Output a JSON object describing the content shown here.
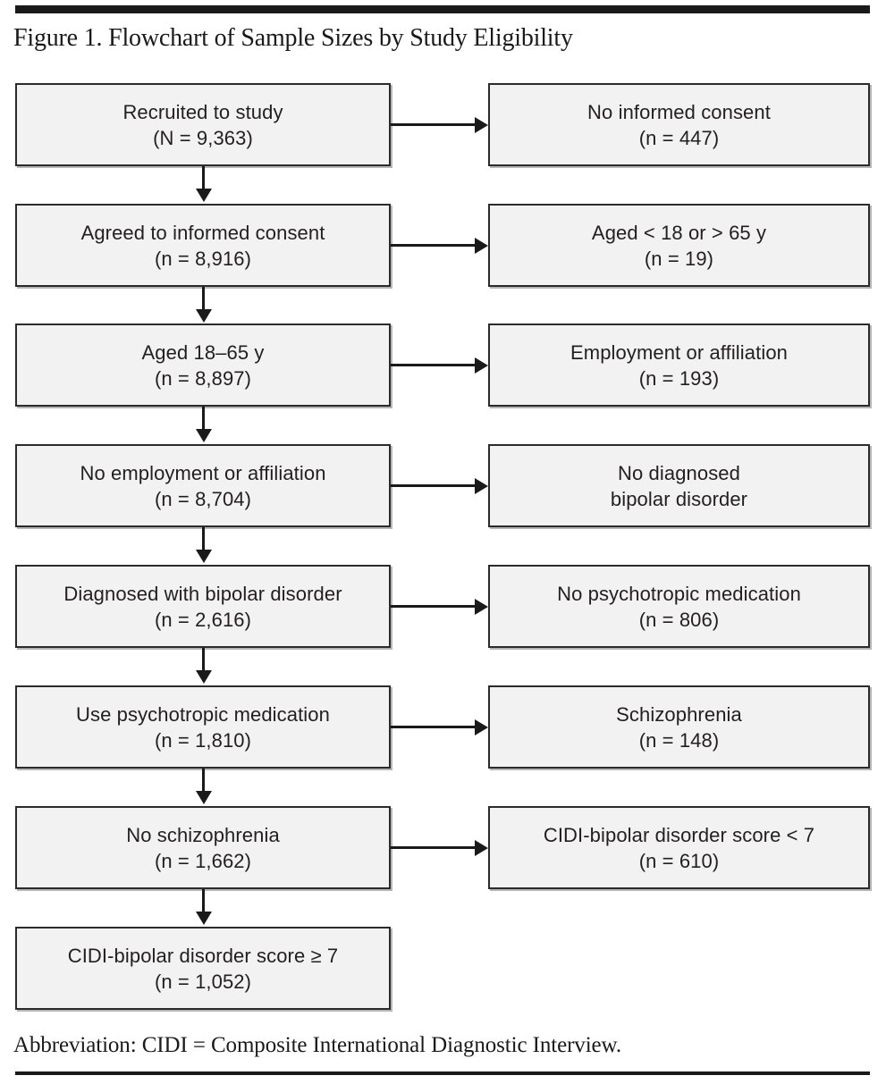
{
  "figure": {
    "title": "Figure 1. Flowchart of Sample Sizes by Study Eligibility",
    "note": "Abbreviation: CIDI = Composite International Diagnostic Interview."
  },
  "chart_data": {
    "type": "diagram",
    "title": "Figure 1. Flowchart of Sample Sizes by Study Eligibility",
    "orientation": "top-to-bottom with lateral exclusions",
    "colors": {
      "box_fill": "#f2f2f2",
      "box_border": "#2b2b2b",
      "text": "#231f20",
      "rule": "#1a1a1a"
    },
    "stages": [
      {
        "included": {
          "label": "Recruited to study",
          "count_text": "(N = 9,363)",
          "count": 9363,
          "count_symbol": "N"
        },
        "excluded": {
          "label": "No informed consent",
          "count_text": "(n = 447)",
          "count": 447,
          "count_symbol": "n"
        }
      },
      {
        "included": {
          "label": "Agreed to informed consent",
          "count_text": "(n = 8,916)",
          "count": 8916,
          "count_symbol": "n"
        },
        "excluded": {
          "label": "Aged < 18 or > 65 y",
          "count_text": "(n = 19)",
          "count": 19,
          "count_symbol": "n"
        }
      },
      {
        "included": {
          "label": "Aged 18–65 y",
          "count_text": "(n = 8,897)",
          "count": 8897,
          "count_symbol": "n"
        },
        "excluded": {
          "label": "Employment or affiliation",
          "count_text": "(n = 193)",
          "count": 193,
          "count_symbol": "n"
        }
      },
      {
        "included": {
          "label": "No employment or affiliation",
          "count_text": "(n = 8,704)",
          "count": 8704,
          "count_symbol": "n"
        },
        "excluded": {
          "label": "No diagnosed",
          "label2": "bipolar disorder",
          "count_text": "",
          "count": null,
          "count_symbol": ""
        }
      },
      {
        "included": {
          "label": "Diagnosed with bipolar disorder",
          "count_text": "(n = 2,616)",
          "count": 2616,
          "count_symbol": "n"
        },
        "excluded": {
          "label": "No psychotropic medication",
          "count_text": "(n = 806)",
          "count": 806,
          "count_symbol": "n"
        }
      },
      {
        "included": {
          "label": "Use psychotropic medication",
          "count_text": "(n = 1,810)",
          "count": 1810,
          "count_symbol": "n"
        },
        "excluded": {
          "label": "Schizophrenia",
          "count_text": "(n = 148)",
          "count": 148,
          "count_symbol": "n"
        }
      },
      {
        "included": {
          "label": "No schizophrenia",
          "count_text": "(n = 1,662)",
          "count": 1662,
          "count_symbol": "n"
        },
        "excluded": {
          "label": "CIDI-bipolar disorder score < 7",
          "count_text": "(n = 610)",
          "count": 610,
          "count_symbol": "n"
        }
      },
      {
        "included": {
          "label": "CIDI-bipolar disorder score ≥ 7",
          "count_text": "(n = 1,052)",
          "count": 1052,
          "count_symbol": "n"
        },
        "excluded": null
      }
    ]
  },
  "nodes": {
    "r1": {
      "l1": "Recruited to study",
      "l2": "(N = 9,363)",
      "x1": "No informed consent",
      "x2": "(n = 447)"
    },
    "r2": {
      "l1": "Agreed to informed consent",
      "l2": "(n = 8,916)",
      "x1": "Aged < 18 or > 65 y",
      "x2": "(n = 19)"
    },
    "r3": {
      "l1": "Aged 18–65 y",
      "l2": "(n = 8,897)",
      "x1": "Employment or affiliation",
      "x2": "(n = 193)"
    },
    "r4": {
      "l1": "No employment or affiliation",
      "l2": "(n = 8,704)",
      "x1": "No diagnosed",
      "x2": "bipolar disorder"
    },
    "r5": {
      "l1": "Diagnosed with bipolar disorder",
      "l2": "(n = 2,616)",
      "x1": "No psychotropic medication",
      "x2": "(n = 806)"
    },
    "r6": {
      "l1": "Use psychotropic medication",
      "l2": "(n = 1,810)",
      "x1": "Schizophrenia",
      "x2": "(n = 148)"
    },
    "r7": {
      "l1": "No schizophrenia",
      "l2": "(n = 1,662)",
      "x1": "CIDI-bipolar disorder score < 7",
      "x2": "(n = 610)"
    },
    "r8": {
      "l1": "CIDI-bipolar disorder score ≥ 7",
      "l2": "(n = 1,052)"
    }
  }
}
